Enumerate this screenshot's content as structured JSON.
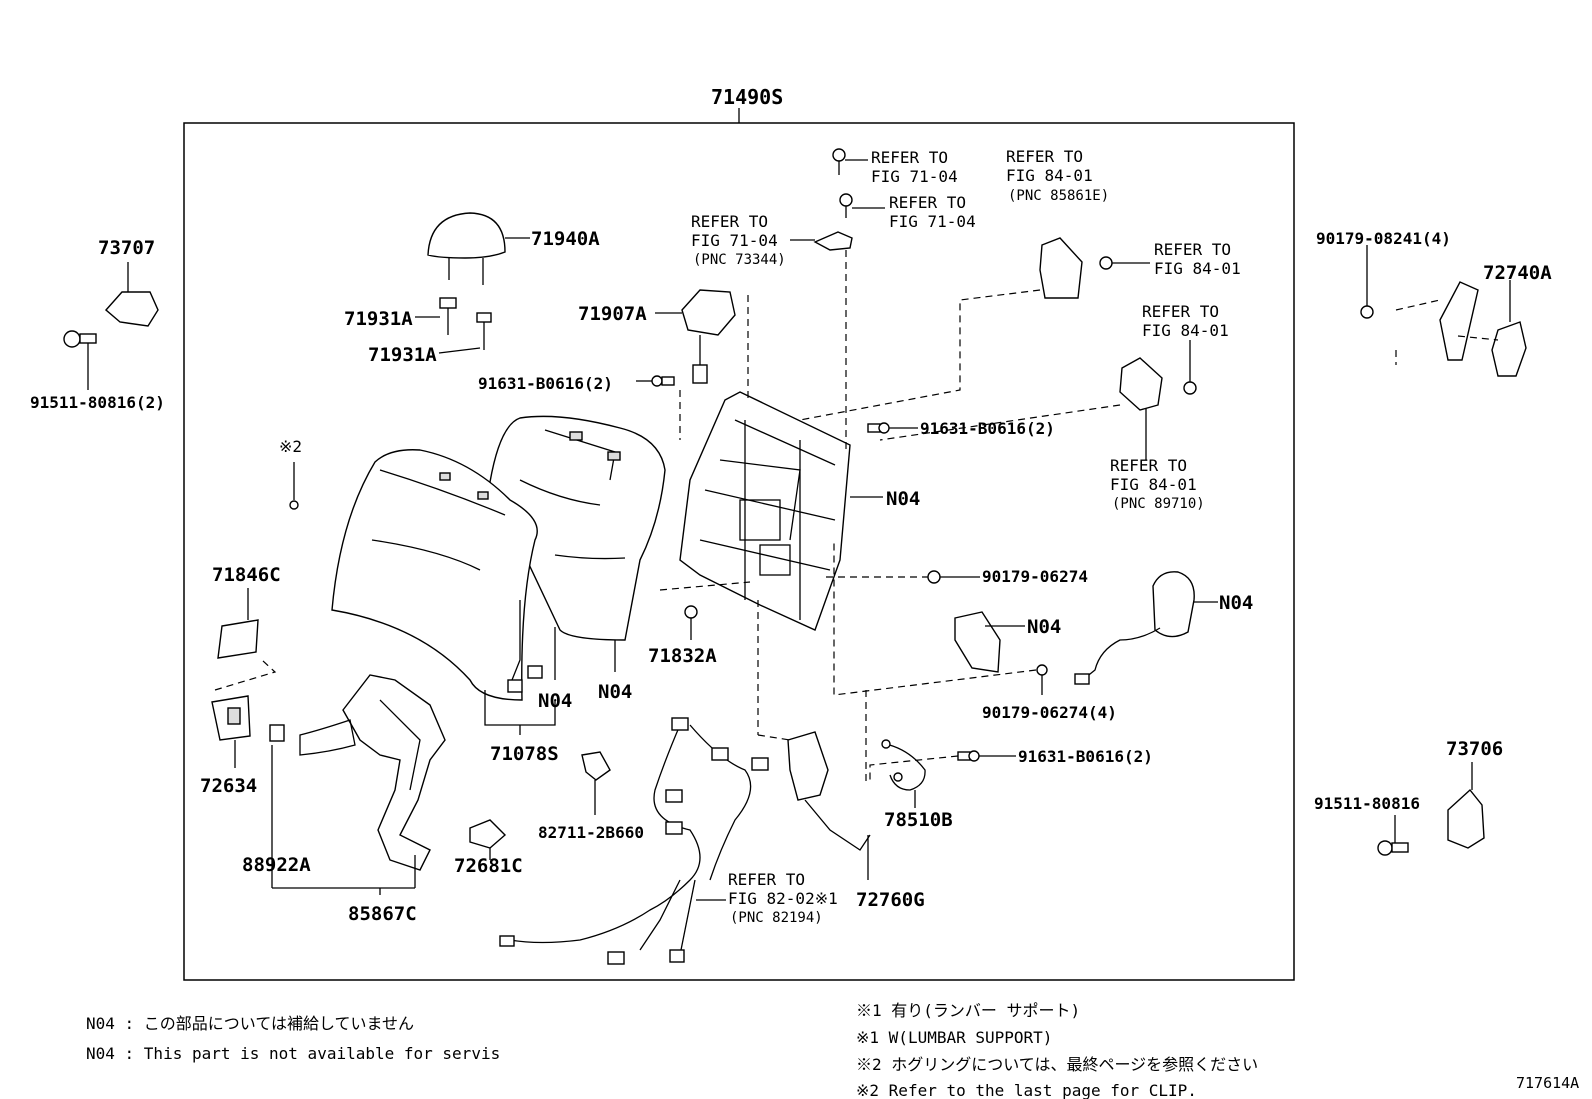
{
  "diagram": {
    "assembly_label": "71490S",
    "drawing_number": "717614A",
    "parts": {
      "p71940A": "71940A",
      "p71931A_1": "71931A",
      "p71931A_2": "71931A",
      "p71907A": "71907A",
      "p91631_1": "91631-B0616(2)",
      "p91631_2": "91631-B0616(2)",
      "p91631_3": "91631-B0616(2)",
      "p73707": "73707",
      "p91511_2": "91511-80816(2)",
      "p91511": "91511-80816",
      "p90179_08241": "90179-08241(4)",
      "p72740A": "72740A",
      "p73706": "73706",
      "n04_frame": "N04",
      "n04_cover": "N04",
      "n04_wire": "N04",
      "n04_module": "N04",
      "n04_pump": "N04",
      "p90179_06274": "90179-06274",
      "p90179_06274_4": "90179-06274(4)",
      "p71846C": "71846C",
      "p72634": "72634",
      "p71832A": "71832A",
      "p71078S": "71078S",
      "p82711": "82711-2B660",
      "p88922A": "88922A",
      "p72681C": "72681C",
      "p85867C": "85867C",
      "p78510B": "78510B",
      "p72760G": "72760G",
      "clip_mark": "※2"
    },
    "refs": {
      "r1_l1": "REFER TO",
      "r1_l2": "FIG 71-04",
      "r2_l1": "REFER TO",
      "r2_l2": "FIG 71-04",
      "r3_l1": "REFER TO",
      "r3_l2": "FIG 71-04",
      "r3_l3": "(PNC 73344)",
      "r4_l1": "REFER TO",
      "r4_l2": "FIG 84-01",
      "r4_l3": "(PNC 85861E)",
      "r5_l1": "REFER TO",
      "r5_l2": "FIG 84-01",
      "r6_l1": "REFER TO",
      "r6_l2": "FIG 84-01",
      "r7_l1": "REFER TO",
      "r7_l2": "FIG 84-01",
      "r7_l3": "(PNC 89710)",
      "r8_l1": "REFER TO",
      "r8_l2": "FIG 82-02※1",
      "r8_l3": "(PNC 82194)"
    },
    "notes": {
      "n04_jp": "N04 : この部品については補給していません",
      "n04_en": "N04 : This part is not available for servis",
      "m1_jp": "※1  有り(ランバー サポート)",
      "m1_en": "※1  W(LUMBAR SUPPORT)",
      "m2_jp": "※2  ホグリングについては、最終ページを参照ください",
      "m2_en": "※2  Refer to the last page for CLIP."
    }
  }
}
